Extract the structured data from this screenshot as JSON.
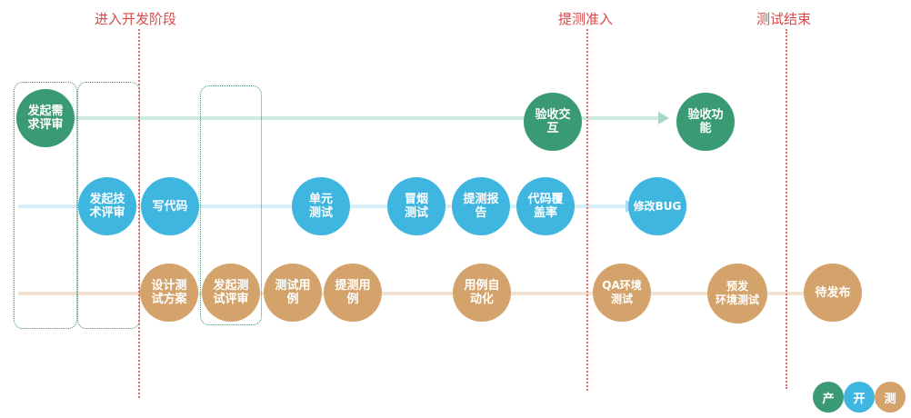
{
  "phases": [
    {
      "label": "进入开发阶段"
    },
    {
      "label": "提测准入"
    },
    {
      "label": "测试结束"
    }
  ],
  "nodes": {
    "product": [
      {
        "label": "发起需\n求评审"
      },
      {
        "label": "验收交\n互"
      },
      {
        "label": "验收功\n能"
      }
    ],
    "dev": [
      {
        "label": "发起技\n术评审"
      },
      {
        "label": "写代码"
      },
      {
        "label": "单元\n测试"
      },
      {
        "label": "冒烟\n测试"
      },
      {
        "label": "提测报\n告"
      },
      {
        "label": "代码覆\n盖率"
      },
      {
        "label": "修改BUG"
      }
    ],
    "test": [
      {
        "label": "设计测\n试方案"
      },
      {
        "label": "发起测\n试评审"
      },
      {
        "label": "测试用\n例"
      },
      {
        "label": "提测用\n例"
      },
      {
        "label": "用例自\n动化"
      },
      {
        "label": "QA环境\n测试"
      },
      {
        "label": "预发\n环境测试"
      },
      {
        "label": "待发布"
      }
    ]
  },
  "legend": [
    {
      "label": "产",
      "color": "#3a9a74"
    },
    {
      "label": "开",
      "color": "#3fb6df"
    },
    {
      "label": "测",
      "color": "#d4a36c"
    }
  ],
  "colors": {
    "product": "#3a9a74",
    "dev": "#3fb6df",
    "test": "#d4a36c",
    "phase": "#e36a6a"
  }
}
